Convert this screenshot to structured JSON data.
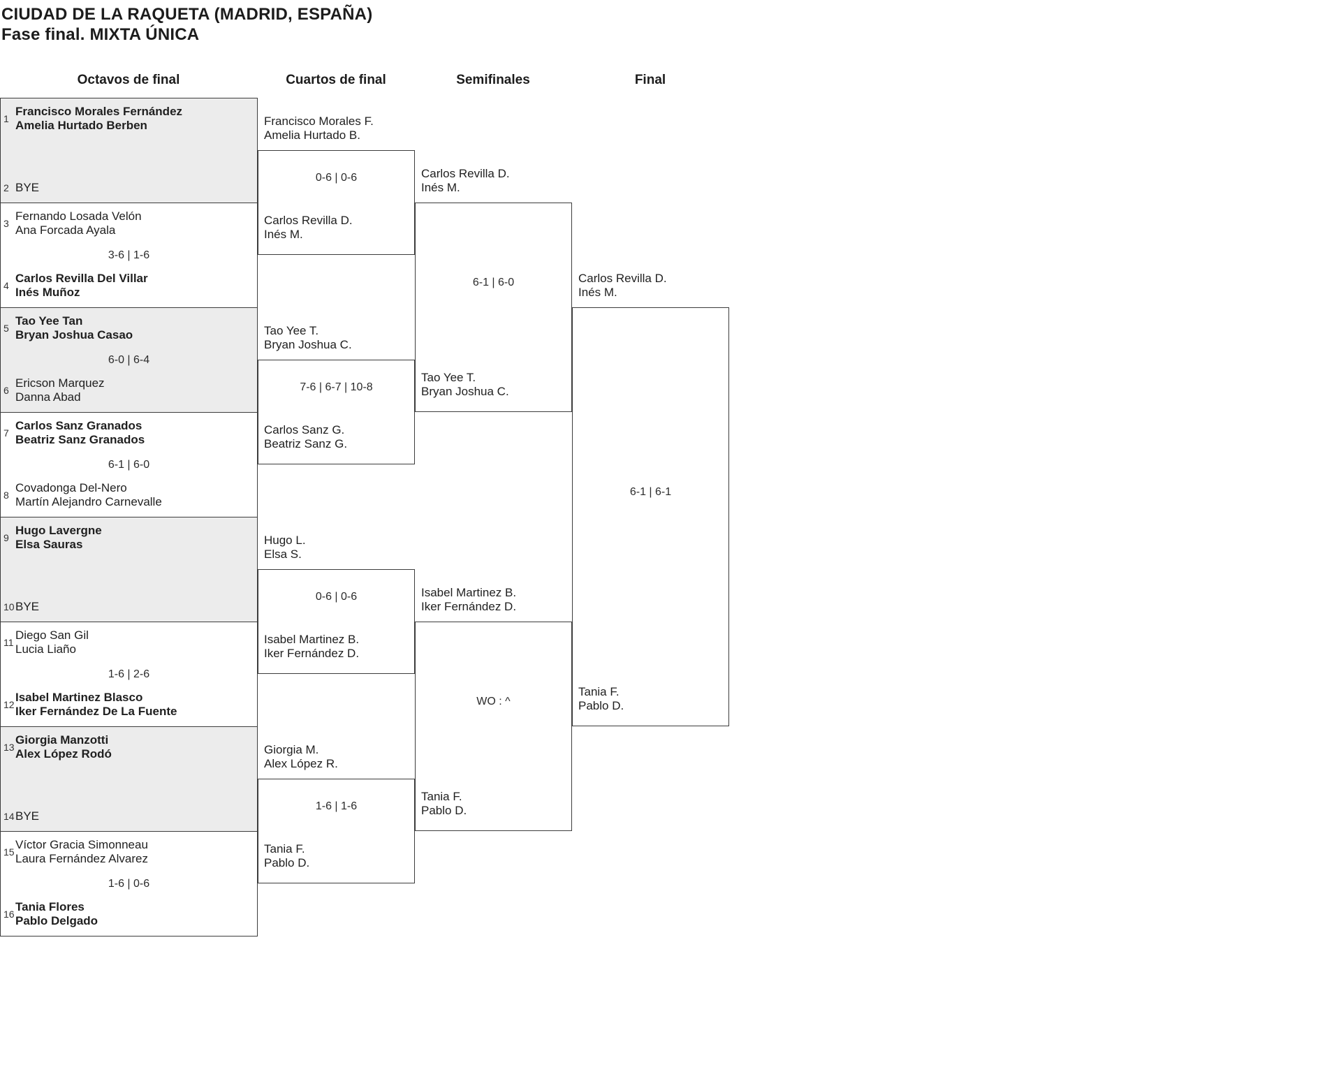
{
  "title": {
    "line1": "CIUDAD DE LA RAQUETA (MADRID, ESPAÑA)",
    "line2": "Fase final. MIXTA ÚNICA"
  },
  "columns": [
    "Octavos de final",
    "Cuartos de final",
    "Semifinales",
    "Final"
  ],
  "colors": {
    "shaded_box": "#ececec",
    "border": "#3c3c3c",
    "text": "#1f1f1f"
  },
  "r16": [
    {
      "seed_top": "1",
      "top": [
        "Francisco Morales Fernández",
        "Amelia Hurtado Berben"
      ],
      "top_winner": true,
      "score": "",
      "seed_bottom": "2",
      "bottom": [
        "BYE"
      ],
      "bottom_winner": false,
      "shaded": true
    },
    {
      "seed_top": "3",
      "top": [
        "Fernando Losada Velón",
        "Ana Forcada Ayala"
      ],
      "top_winner": false,
      "score": "3-6 | 1-6",
      "seed_bottom": "4",
      "bottom": [
        "Carlos Revilla Del Villar",
        "Inés Muñoz"
      ],
      "bottom_winner": true,
      "shaded": false
    },
    {
      "seed_top": "5",
      "top": [
        "Tao Yee Tan",
        "Bryan Joshua Casao"
      ],
      "top_winner": true,
      "score": "6-0 | 6-4",
      "seed_bottom": "6",
      "bottom": [
        "Ericson Marquez",
        "Danna Abad"
      ],
      "bottom_winner": false,
      "shaded": true
    },
    {
      "seed_top": "7",
      "top": [
        "Carlos Sanz Granados",
        "Beatriz Sanz Granados"
      ],
      "top_winner": true,
      "score": "6-1 | 6-0",
      "seed_bottom": "8",
      "bottom": [
        "Covadonga Del-Nero",
        "Martín Alejandro Carnevalle"
      ],
      "bottom_winner": false,
      "shaded": false
    },
    {
      "seed_top": "9",
      "top": [
        "Hugo Lavergne",
        "Elsa Sauras"
      ],
      "top_winner": true,
      "score": "",
      "seed_bottom": "10",
      "bottom": [
        "BYE"
      ],
      "bottom_winner": false,
      "shaded": true
    },
    {
      "seed_top": "11",
      "top": [
        "Diego San Gil",
        "Lucia Liaño"
      ],
      "top_winner": false,
      "score": "1-6 | 2-6",
      "seed_bottom": "12",
      "bottom": [
        "Isabel Martinez Blasco",
        "Iker Fernández De La Fuente"
      ],
      "bottom_winner": true,
      "shaded": false
    },
    {
      "seed_top": "13",
      "top": [
        "Giorgia Manzotti",
        "Alex López Rodó"
      ],
      "top_winner": true,
      "score": "",
      "seed_bottom": "14",
      "bottom": [
        "BYE"
      ],
      "bottom_winner": false,
      "shaded": true
    },
    {
      "seed_top": "15",
      "top": [
        "Víctor Gracia Simonneau",
        "Laura Fernández Alvarez"
      ],
      "top_winner": false,
      "score": "1-6 | 0-6",
      "seed_bottom": "16",
      "bottom": [
        "Tania Flores",
        "Pablo Delgado"
      ],
      "bottom_winner": true,
      "shaded": false
    }
  ],
  "quarterfinals": [
    {
      "top": [
        "Francisco Morales F.",
        "Amelia Hurtado B."
      ],
      "top_winner": false,
      "score": "0-6 | 0-6",
      "bottom": [
        "Carlos Revilla D.",
        "Inés M."
      ],
      "bottom_winner": true
    },
    {
      "top": [
        "Tao Yee T.",
        "Bryan Joshua C."
      ],
      "top_winner": true,
      "score": "7-6 | 6-7 | 10-8",
      "bottom": [
        "Carlos Sanz G.",
        "Beatriz Sanz G."
      ],
      "bottom_winner": false
    },
    {
      "top": [
        "Hugo L.",
        "Elsa S."
      ],
      "top_winner": false,
      "score": "0-6 | 0-6",
      "bottom": [
        "Isabel Martinez B.",
        "Iker Fernández D."
      ],
      "bottom_winner": true
    },
    {
      "top": [
        "Giorgia M.",
        "Alex López R."
      ],
      "top_winner": false,
      "score": "1-6 | 1-6",
      "bottom": [
        "Tania F.",
        "Pablo D."
      ],
      "bottom_winner": true
    }
  ],
  "semifinals": [
    {
      "top": [
        "Carlos Revilla D.",
        "Inés M."
      ],
      "top_winner": true,
      "score": "6-1 | 6-0",
      "bottom": [
        "Tao Yee T.",
        "Bryan Joshua C."
      ],
      "bottom_winner": false
    },
    {
      "top": [
        "Isabel Martinez B.",
        "Iker Fernández D."
      ],
      "top_winner": false,
      "score": "WO : ^",
      "bottom": [
        "Tania F.",
        "Pablo D."
      ],
      "bottom_winner": true
    }
  ],
  "final": {
    "top": [
      "Carlos Revilla D.",
      "Inés M."
    ],
    "top_winner": true,
    "score": "6-1 | 6-1",
    "bottom": [
      "Tania F.",
      "Pablo D."
    ],
    "bottom_winner": false
  }
}
